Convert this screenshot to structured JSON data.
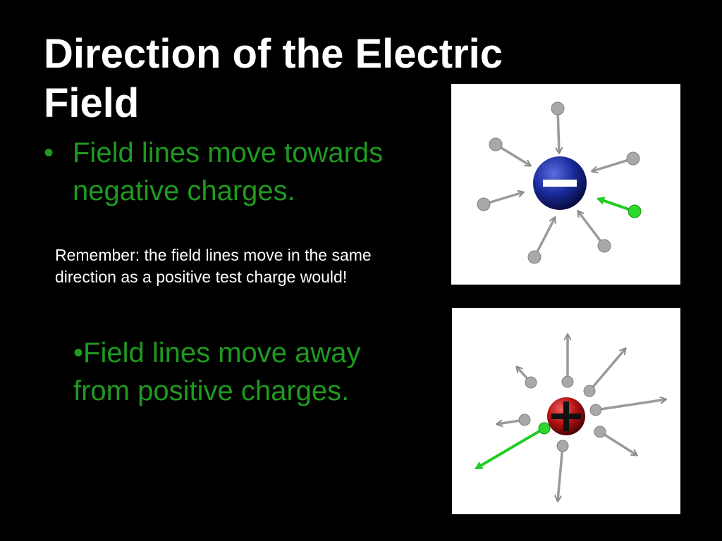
{
  "slide": {
    "title": "Direction of the Electric Field",
    "bullet1": {
      "marker": "•",
      "text": "Field lines move towards negative charges."
    },
    "note": "Remember: the field lines move in the same direction as a positive test charge would!",
    "bullet2": {
      "marker": "•",
      "text": "Field lines move away from positive charges."
    }
  },
  "colors": {
    "background": "#000000",
    "title": "#ffffff",
    "bullet_text": "#1f9a1f",
    "note_text": "#ffffff",
    "arrow_gray": "#9a9a9a",
    "test_charge_green": "#22cc22",
    "negative_charge": "#1a2a9a",
    "positive_charge": "#b01010"
  },
  "diagrams": {
    "negative": {
      "charge_sign": "negative",
      "arrow_direction": "inward"
    },
    "positive": {
      "charge_sign": "positive",
      "arrow_direction": "outward"
    }
  }
}
